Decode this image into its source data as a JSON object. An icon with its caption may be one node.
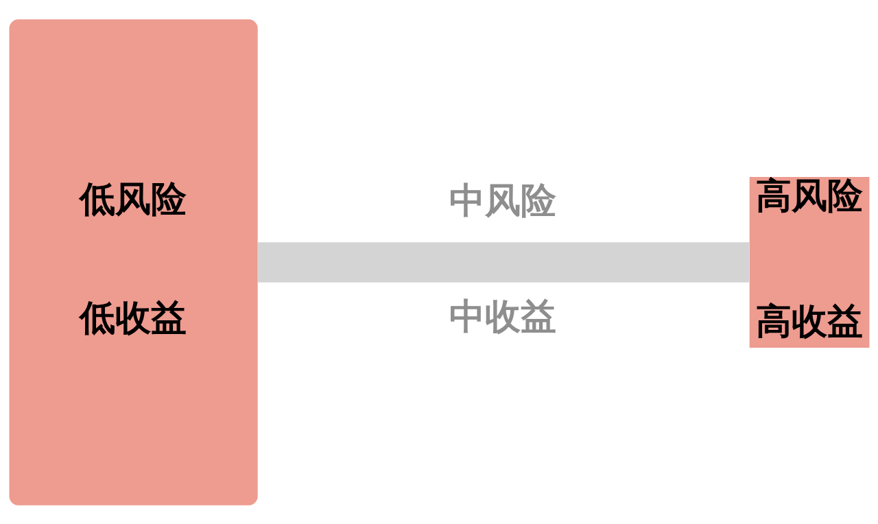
{
  "diagram": {
    "nodes": [
      {
        "text": [
          "低风险",
          "低收益"
        ]
      },
      {
        "text": [
          "高风险",
          "高收益"
        ]
      }
    ],
    "edges": [
      {
        "from": 0,
        "to": 1,
        "arrow": "none",
        "color": "#d4d4d4"
      }
    ],
    "labels": [
      "中风险",
      "中收益"
    ]
  }
}
